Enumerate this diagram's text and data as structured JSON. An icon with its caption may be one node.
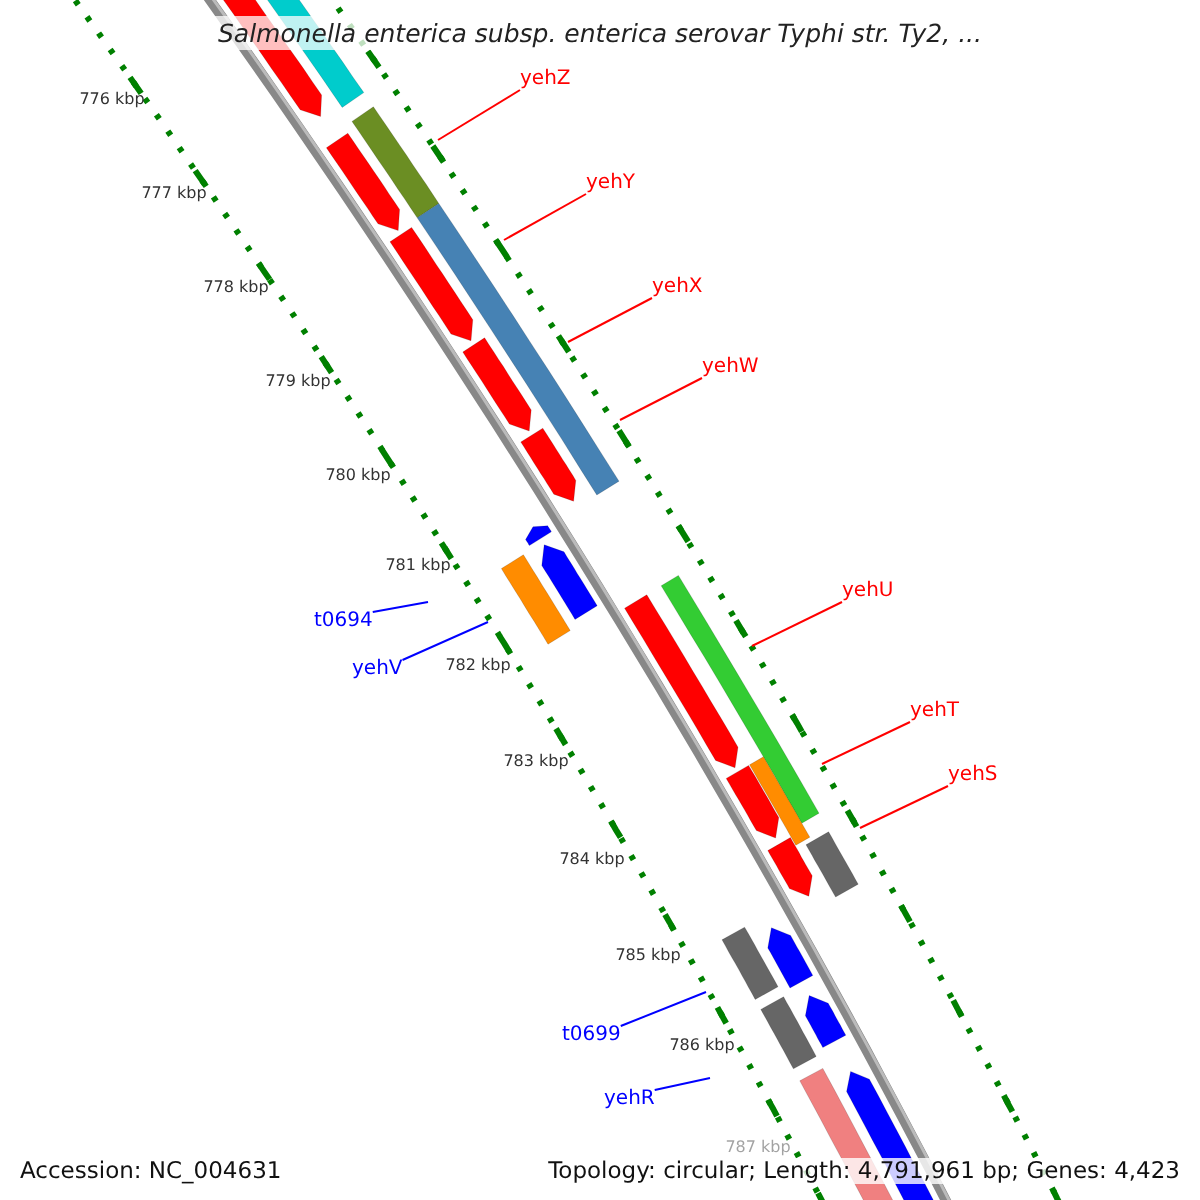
{
  "diagram": {
    "title": "Salmonella enterica subsp. enterica serovar Typhi str. Ty2, ...",
    "nodes": [
      {
        "text": [
          "yehZ"
        ]
      },
      {
        "text": [
          "yehY"
        ]
      },
      {
        "text": [
          "yehX"
        ]
      },
      {
        "text": [
          "yehW"
        ]
      },
      {
        "text": [
          "yehU"
        ]
      },
      {
        "text": [
          "yehT"
        ]
      },
      {
        "text": [
          "yehS"
        ]
      },
      {
        "text": [
          "t0694"
        ]
      },
      {
        "text": [
          "yehV"
        ]
      },
      {
        "text": [
          "t0699"
        ]
      },
      {
        "text": [
          "yehR"
        ]
      }
    ],
    "edges": [
      {
        "from": 0,
        "to": null,
        "arrow": "none"
      },
      {
        "from": 1,
        "to": null,
        "arrow": "none"
      },
      {
        "from": 2,
        "to": null,
        "arrow": "none"
      },
      {
        "from": 3,
        "to": null,
        "arrow": "none"
      },
      {
        "from": 4,
        "to": null,
        "arrow": "none"
      },
      {
        "from": 5,
        "to": null,
        "arrow": "none"
      },
      {
        "from": 6,
        "to": null,
        "arrow": "none"
      },
      {
        "from": 7,
        "to": null,
        "arrow": "none",
        "color": "#0000ff"
      },
      {
        "from": 8,
        "to": null,
        "arrow": "none",
        "color": "#0000ff"
      },
      {
        "from": 9,
        "to": null,
        "arrow": "none",
        "color": "#0000ff"
      },
      {
        "from": 10,
        "to": null,
        "arrow": "none",
        "color": "#0000ff"
      }
    ],
    "labels": [
      "776 kbp",
      "777 kbp",
      "778 kbp",
      "779 kbp",
      "780 kbp",
      "781 kbp",
      "782 kbp",
      "783 kbp",
      "784 kbp",
      "785 kbp",
      "786 kbp",
      "787 kbp",
      "Accession: NC_004631",
      "Topology: circular; Length: 4,791,961 bp; Genes: 4,423"
    ]
  }
}
